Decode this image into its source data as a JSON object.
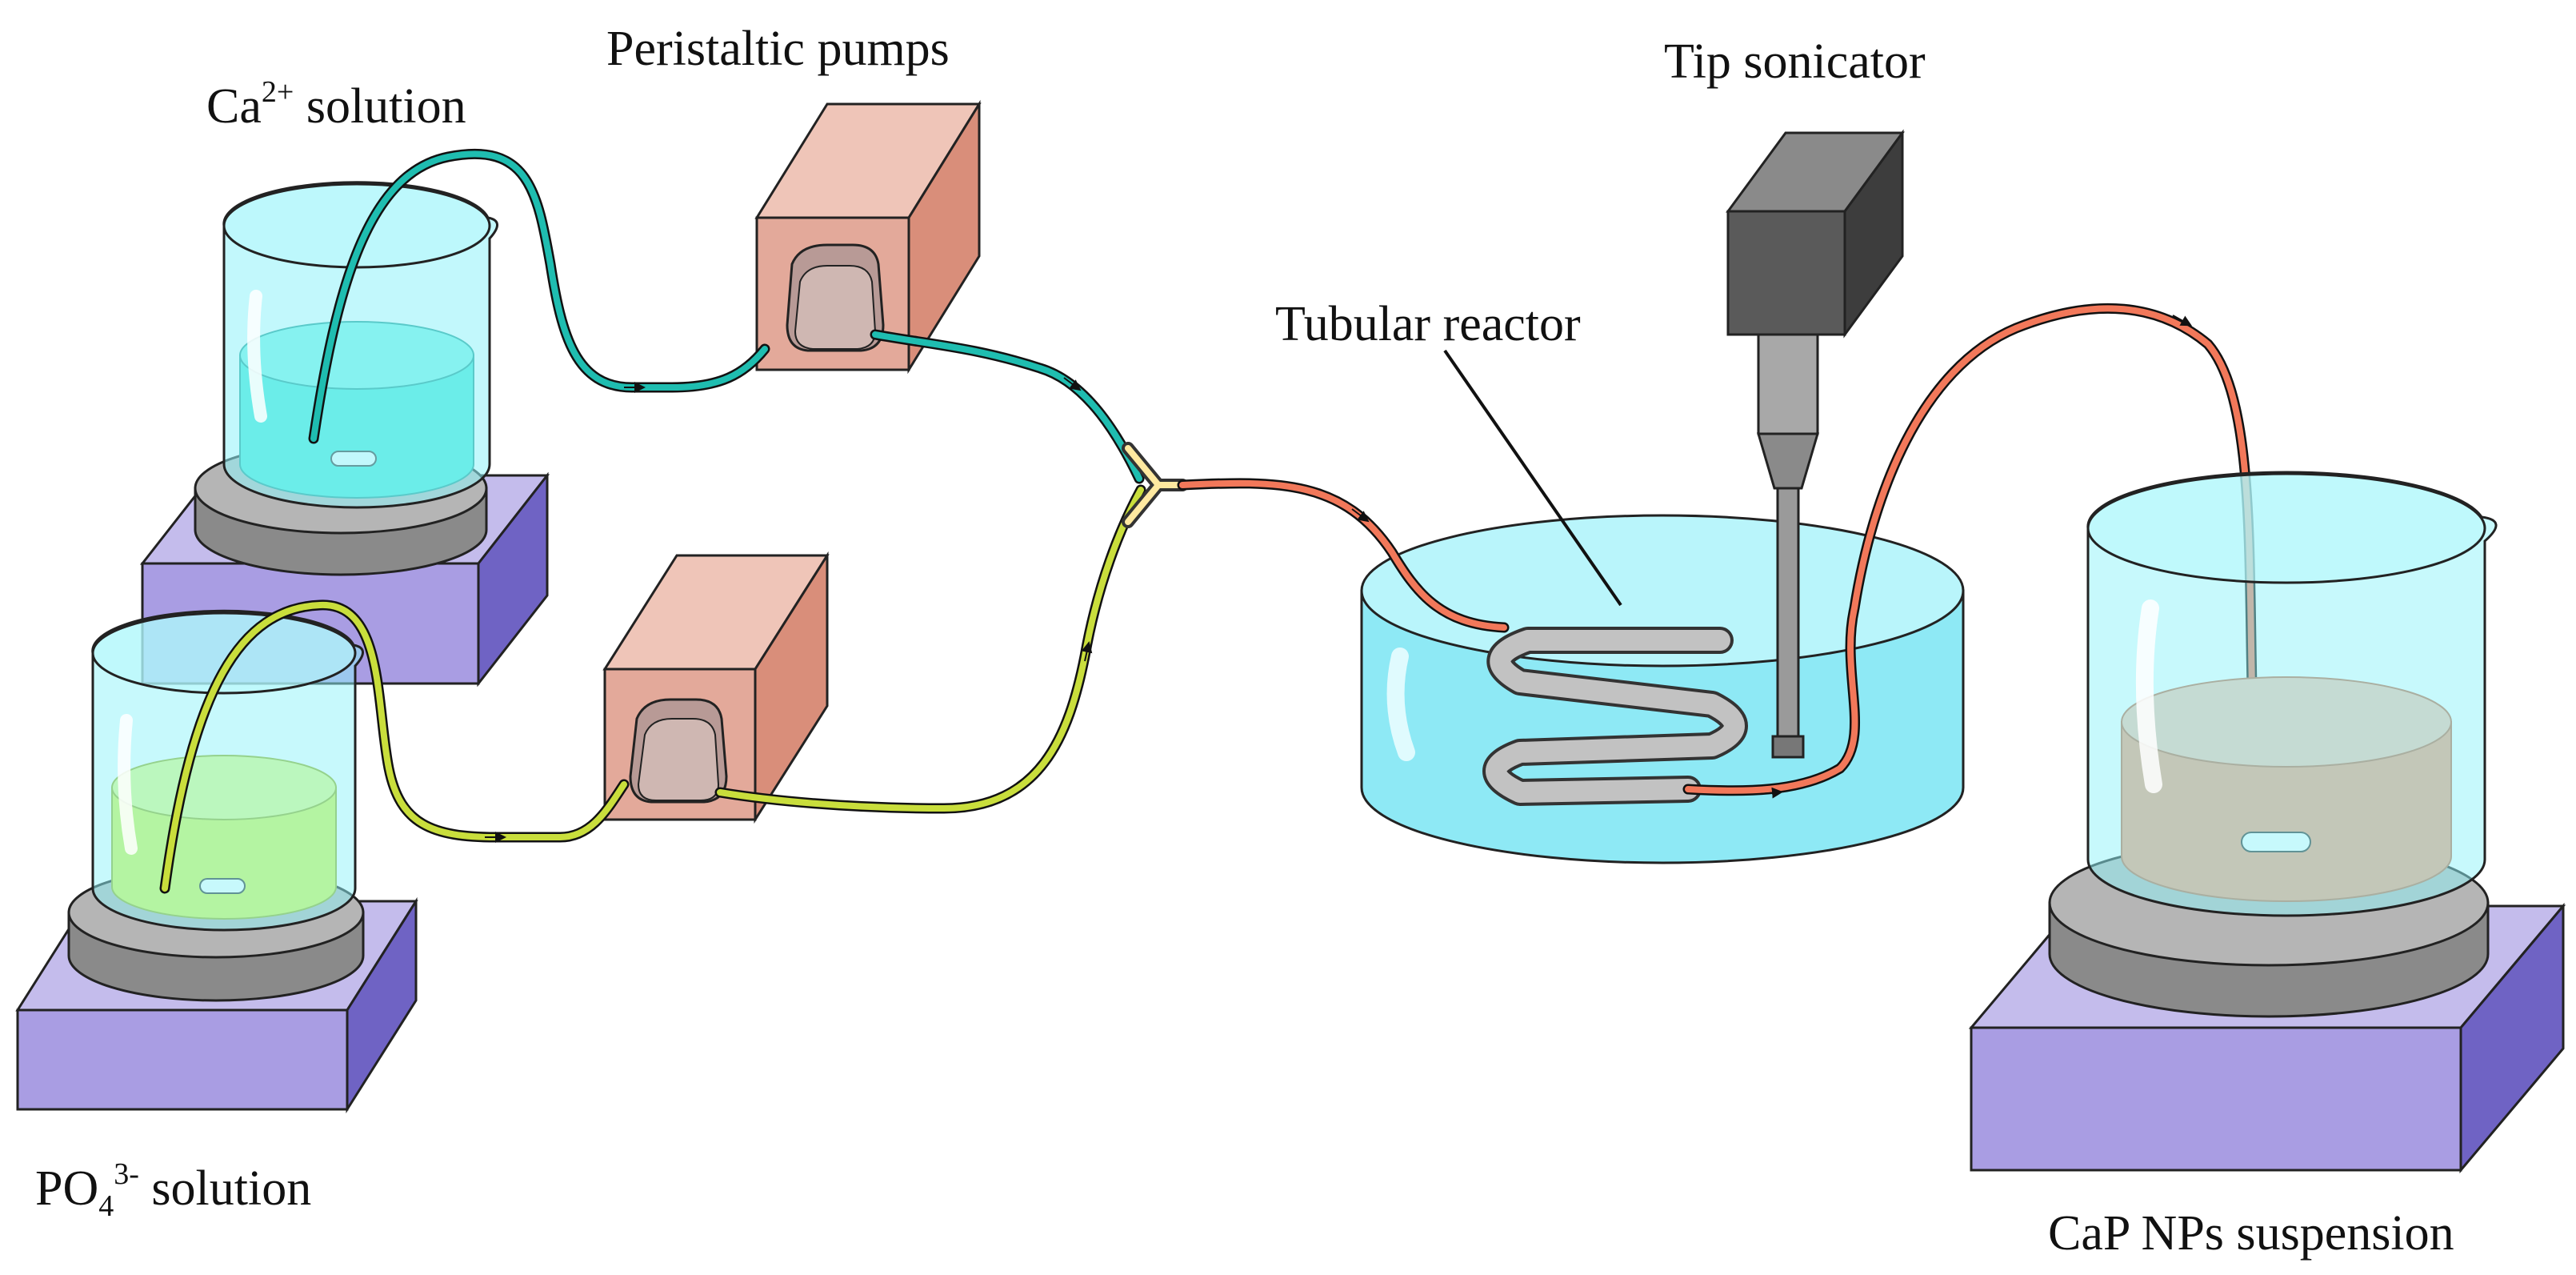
{
  "labels": {
    "ca_main": "Ca",
    "ca_sup": "2+",
    "ca_rest": " solution",
    "pumps": "Peristaltic pumps",
    "po4_main": "PO",
    "po4_sub": "4",
    "po4_sup": "3-",
    "po4_rest": " solution",
    "reactor": "Tubular reactor",
    "sonicator": "Tip sonicator",
    "cap": "CaP NPs suspension"
  },
  "colors": {
    "ca_solution": "#3fe6d4",
    "po4_solution": "#d8f54a",
    "cap_suspension": "#f79a76",
    "beaker_glass": "#8ff3fa",
    "pump_body": "#e3a99a",
    "stirrer_plate": "#a99de3",
    "stirrer_base": "#8f8f8f",
    "sonicator_body": "#5a5a5a",
    "water_bath": "#8ee9f5",
    "tube_teal": "#1fbdb0",
    "tube_yellow": "#c9de3c",
    "tube_orange": "#f2785a"
  }
}
